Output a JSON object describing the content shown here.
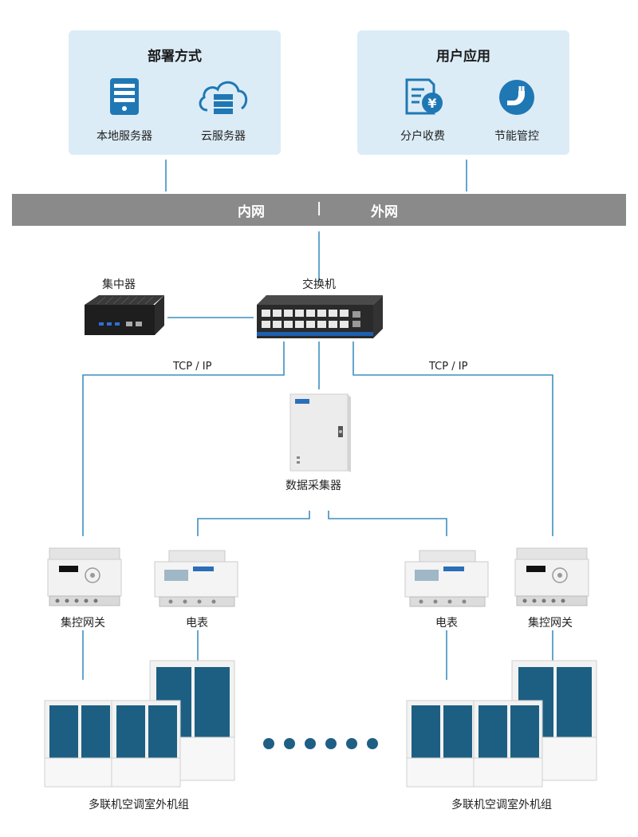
{
  "deployment": {
    "title": "部署方式",
    "items": [
      {
        "label": "本地服务器",
        "icon": "local-server-icon"
      },
      {
        "label": "云服务器",
        "icon": "cloud-server-icon"
      }
    ]
  },
  "user_app": {
    "title": "用户应用",
    "items": [
      {
        "label": "分户收费",
        "icon": "billing-icon"
      },
      {
        "label": "节能管控",
        "icon": "energy-control-icon"
      }
    ]
  },
  "network": {
    "intranet": "内网",
    "separator": "|",
    "extranet": "外网"
  },
  "devices": {
    "concentrator": "集中器",
    "switch": "交换机",
    "collector": "数据采集器",
    "tcp_left": "TCP / IP",
    "tcp_right": "TCP / IP",
    "gateway_left": "集控网关",
    "meter_left": "电表",
    "meter_right": "电表",
    "gateway_right": "集控网关",
    "units_left": "多联机空调室外机组",
    "units_right": "多联机空调室外机组"
  },
  "colors": {
    "panel": "#dcecf6",
    "line": "#3d8fc0",
    "bar": "#8a8a8a",
    "icon": "#1f78b4",
    "unit_fan": "#1d5f83"
  }
}
